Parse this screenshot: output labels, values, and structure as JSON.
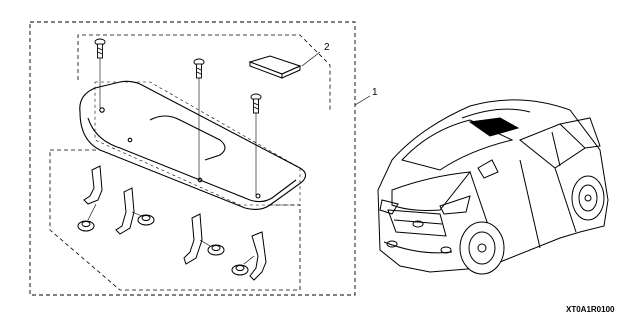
{
  "diagram": {
    "callouts": [
      {
        "id": "callout-1",
        "text": "1"
      },
      {
        "id": "callout-2",
        "text": "2"
      }
    ],
    "part_code": "XT0A1R0100",
    "icons": [
      "spoiler-icon",
      "screw-icon",
      "bracket-icon",
      "nut-icon",
      "adhesive-pad-icon",
      "suv-vehicle-icon"
    ]
  }
}
